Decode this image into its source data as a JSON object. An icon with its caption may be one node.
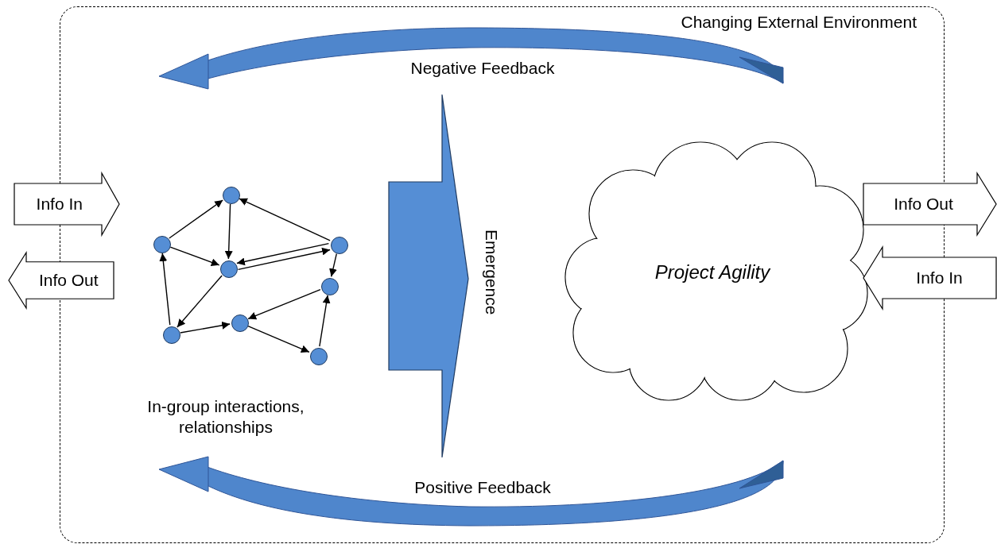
{
  "diagram": {
    "nodes": [
      {
        "text": [
          "Changing External Environment"
        ]
      },
      {
        "text": [
          "Info In"
        ]
      },
      {
        "text": [
          "Info Out"
        ]
      },
      {
        "text": [],
        "shape": "circle",
        "in": 0
      },
      {
        "text": [],
        "shape": "circle",
        "in": 0
      },
      {
        "text": [],
        "shape": "circle",
        "in": 0
      },
      {
        "text": [],
        "shape": "circle",
        "in": 0
      },
      {
        "text": [],
        "shape": "circle",
        "in": 0
      },
      {
        "text": [],
        "shape": "circle",
        "in": 0
      },
      {
        "text": [],
        "shape": "circle",
        "in": 0
      },
      {
        "text": [],
        "shape": "circle",
        "in": 0
      },
      {
        "text": [
          "Emergence"
        ],
        "in": 0
      },
      {
        "text": [
          "Project Agility"
        ],
        "in": 0
      }
    ],
    "edges": [
      {
        "from": 4,
        "to": 3,
        "arrow": "to"
      },
      {
        "from": 3,
        "to": 6,
        "arrow": "to"
      },
      {
        "from": 4,
        "to": 6,
        "arrow": "to"
      },
      {
        "from": 6,
        "to": 5,
        "arrow": "to"
      },
      {
        "from": 5,
        "to": 6,
        "arrow": "to"
      },
      {
        "from": 5,
        "to": 3,
        "arrow": "to"
      },
      {
        "from": 5,
        "to": 7,
        "arrow": "to"
      },
      {
        "from": 7,
        "to": 8,
        "arrow": "to"
      },
      {
        "from": 8,
        "to": 10,
        "arrow": "to"
      },
      {
        "from": 10,
        "to": 7,
        "arrow": "to"
      },
      {
        "from": 6,
        "to": 9,
        "arrow": "to"
      },
      {
        "from": 9,
        "to": 4,
        "arrow": "to"
      },
      {
        "from": 9,
        "to": 8,
        "arrow": "to"
      },
      {
        "from": 12,
        "to": null,
        "arrow": "to",
        "label": "Info Out"
      },
      {
        "from": null,
        "to": 12,
        "arrow": "to",
        "label": "Info In"
      }
    ],
    "labels": [
      "Negative Feedback",
      "In-group interactions, relationships",
      "Positive Feedback"
    ]
  }
}
